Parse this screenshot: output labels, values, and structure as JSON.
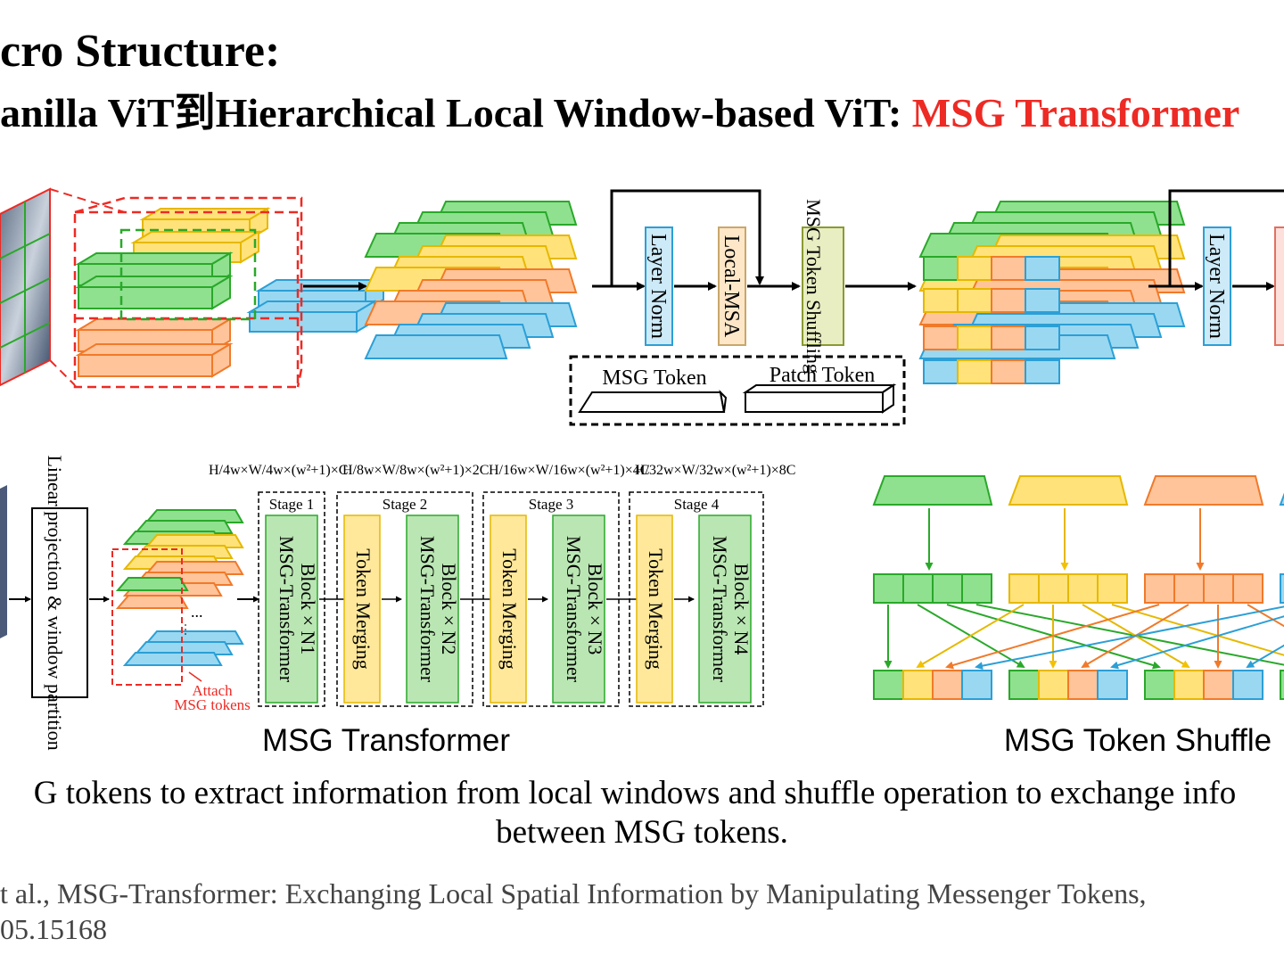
{
  "slide": {
    "title_line1": "cro Structure:",
    "title_line2_black": "anilla ViT到Hierarchical Local Window-based ViT: ",
    "title_line2_red": "MSG Transformer",
    "caption_line1": "G tokens to extract information from local windows and shuffle operation to exchange info",
    "caption_line2": "between MSG tokens.",
    "ref_line1": "t al., MSG-Transformer: Exchanging Local Spatial Information by Manipulating Messenger Tokens,",
    "ref_line2": "05.15168"
  },
  "top_diagram": {
    "layer_norm": "Layer Norm",
    "local_msa": "Local-MSA",
    "msg_shuffle": "MSG Token Shuffling",
    "layer_norm_2": "Layer Norm",
    "legend_msg": "MSG Token",
    "legend_patch": "Patch Token"
  },
  "msg_transformer": {
    "linear_proj": "Linear projection & window partition",
    "attach": "Attach",
    "attach2": "MSG tokens",
    "ellipsis": "...",
    "stages": [
      {
        "name": "Stage 1",
        "dim_h": "H",
        "dim_hd": "4w",
        "dim_w": "W",
        "dim_wd": "4w",
        "dim_tail": "×(w²+1)×C",
        "block": "MSG-Transformer",
        "block2": "Block × N",
        "sub": "1"
      },
      {
        "name": "Stage 2",
        "dim_h": "H",
        "dim_hd": "8w",
        "dim_w": "W",
        "dim_wd": "8w",
        "dim_tail": "×(w²+1)×2C",
        "merge": "Token Merging",
        "block": "MSG-Transformer",
        "block2": "Block × N",
        "sub": "2"
      },
      {
        "name": "Stage 3",
        "dim_h": "H",
        "dim_hd": "16w",
        "dim_w": "W",
        "dim_wd": "16w",
        "dim_tail": "×(w²+1)×4C",
        "merge": "Token Merging",
        "block": "MSG-Transformer",
        "block2": "Block × N",
        "sub": "3"
      },
      {
        "name": "Stage 4",
        "dim_h": "H",
        "dim_hd": "32w",
        "dim_w": "W",
        "dim_wd": "32w",
        "dim_tail": "×(w²+1)×8C",
        "merge": "Token Merging",
        "block": "MSG-Transformer",
        "block2": "Block × N",
        "sub": "4"
      }
    ],
    "label": "MSG Transformer"
  },
  "shuffle": {
    "label": "MSG Token Shuffle"
  },
  "colors": {
    "green": "#8fe08f",
    "green_stroke": "#2aa82a",
    "yellow": "#ffe27a",
    "yellow_stroke": "#e6b800",
    "orange": "#ffc49a",
    "orange_stroke": "#f07a2a",
    "blue": "#9ad8f2",
    "blue_stroke": "#2b9fd6",
    "red": "#ee2a24"
  }
}
